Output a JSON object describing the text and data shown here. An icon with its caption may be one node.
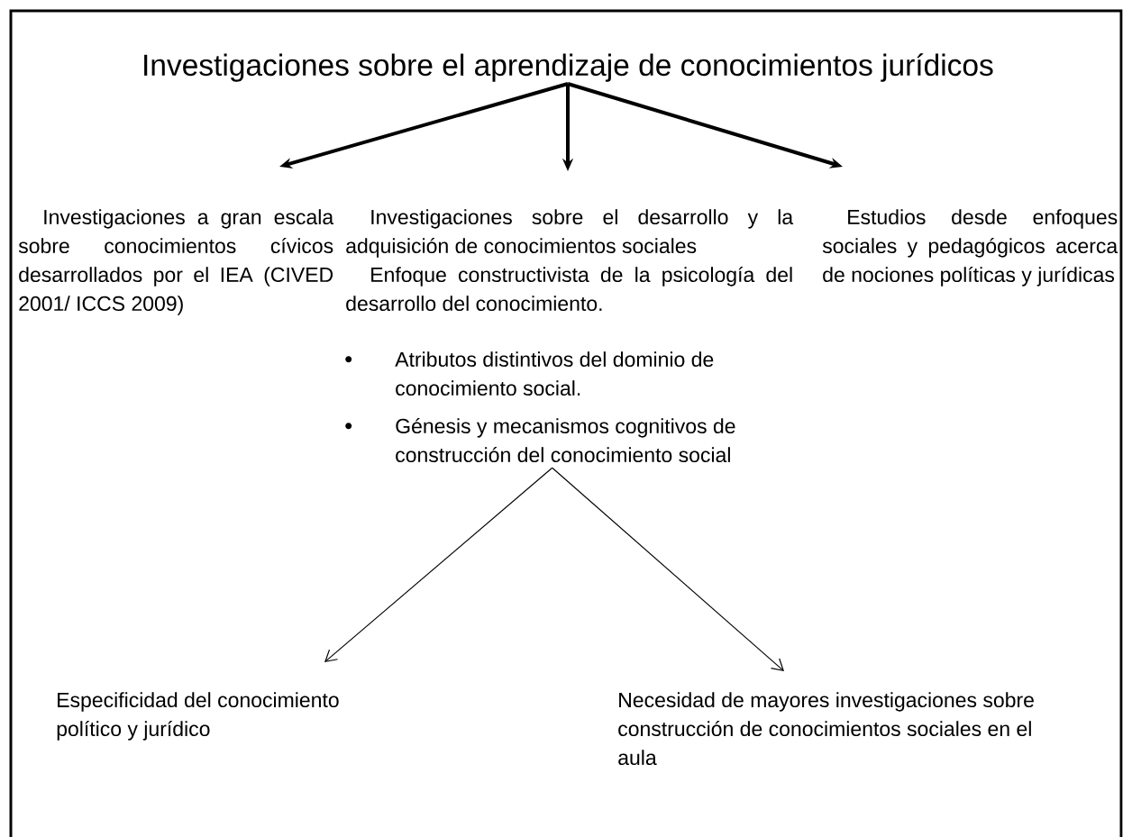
{
  "diagram": {
    "nodes": [
      {
        "text": [
          "Investigaciones sobre el aprendizaje de conocimientos jurídicos"
        ]
      },
      {
        "text": [
          "Investigaciones a gran escala sobre conocimientos cívicos desarrollados por el IEA (CIVED 2001/ ICCS 2009)"
        ]
      },
      {
        "text": [
          "Investigaciones sobre el desarrollo y la adquisición de conocimientos sociales",
          "Enfoque constructivista de la psicología del desarrollo del conocimiento.",
          "Atributos distintivos del dominio de conocimiento social.",
          "Génesis y mecanismos cognitivos de construcción del conocimiento social"
        ]
      },
      {
        "text": [
          "Estudios desde enfoques sociales y pedagógicos acerca de nociones políticas y jurídicas"
        ]
      },
      {
        "text": [
          "Especificidad del conocimiento político y jurídico"
        ]
      },
      {
        "text": [
          "Necesidad de mayores investigaciones sobre construcción de conocimientos sociales en el aula"
        ]
      }
    ],
    "edges": [
      {
        "from": 0,
        "to": 1,
        "arrow": "to"
      },
      {
        "from": 0,
        "to": 2,
        "arrow": "to"
      },
      {
        "from": 0,
        "to": 3,
        "arrow": "to"
      },
      {
        "from": 2,
        "to": 4,
        "arrow": "to"
      },
      {
        "from": 2,
        "to": 5,
        "arrow": "to"
      }
    ]
  }
}
